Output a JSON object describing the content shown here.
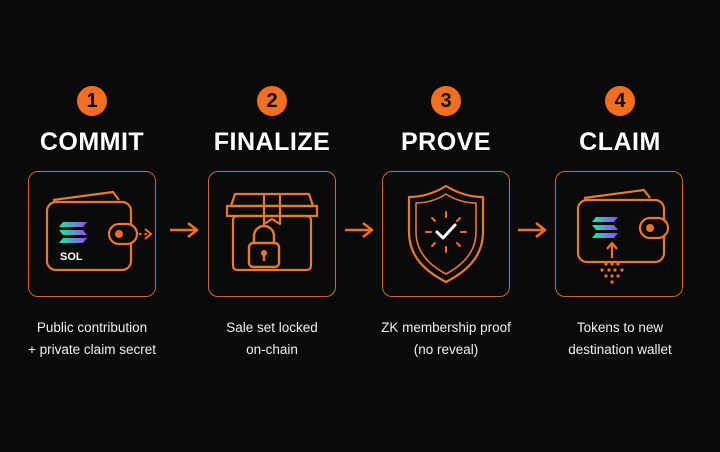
{
  "steps": [
    {
      "number": "1",
      "title": "COMMIT",
      "desc_line1": "Public contribution",
      "desc_line2": "+ private claim secret",
      "icon": "wallet-sol-icon",
      "wallet_label": "SOL"
    },
    {
      "number": "2",
      "title": "FINALIZE",
      "desc_line1": "Sale set locked",
      "desc_line2": "on-chain",
      "icon": "locked-box-icon"
    },
    {
      "number": "3",
      "title": "PROVE",
      "desc_line1": "ZK membership proof",
      "desc_line2": "(no reveal)",
      "icon": "shield-check-icon"
    },
    {
      "number": "4",
      "title": "CLAIM",
      "desc_line1": "Tokens to new",
      "desc_line2": "destination wallet",
      "icon": "wallet-receive-icon"
    }
  ],
  "colors": {
    "background": "#0a0a0a",
    "accent": "#f26f21",
    "card_border": "#d4661f",
    "text": "#ffffff"
  }
}
